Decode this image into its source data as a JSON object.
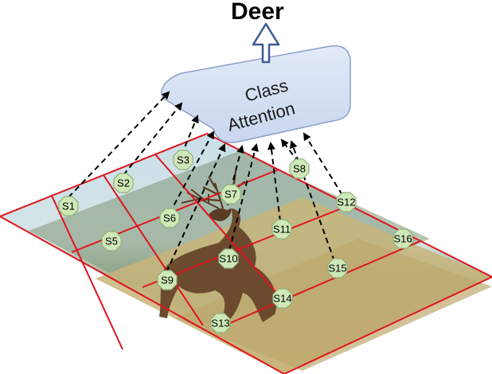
{
  "title": "Deer",
  "box": {
    "line1": "Class",
    "line2": "Attention"
  },
  "segments": [
    {
      "id": "s1",
      "label": "S1"
    },
    {
      "id": "s2",
      "label": "S2"
    },
    {
      "id": "s3",
      "label": "S3"
    },
    {
      "id": "s5",
      "label": "S5"
    },
    {
      "id": "s6",
      "label": "S6"
    },
    {
      "id": "s7",
      "label": "S7"
    },
    {
      "id": "s8",
      "label": "S8"
    },
    {
      "id": "s9",
      "label": "S9"
    },
    {
      "id": "s10",
      "label": "S10"
    },
    {
      "id": "s11",
      "label": "S11"
    },
    {
      "id": "s12",
      "label": "S12"
    },
    {
      "id": "s13",
      "label": "S13"
    },
    {
      "id": "s14",
      "label": "S14"
    },
    {
      "id": "s15",
      "label": "S15"
    },
    {
      "id": "s16",
      "label": "S16"
    }
  ],
  "colors": {
    "grid": "#e0141e",
    "node_fill": "#cfe8b8",
    "box_fill": "#d7e1f4",
    "arrow": "#000000"
  }
}
